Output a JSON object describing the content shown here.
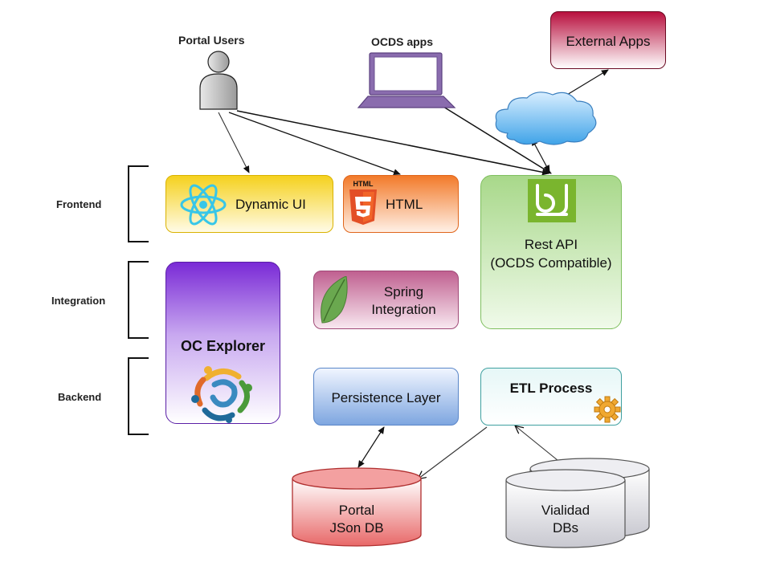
{
  "actors": {
    "portal_users": "Portal Users",
    "ocds_apps": "OCDS apps",
    "external_apps": "External Apps"
  },
  "layers": {
    "frontend": "Frontend",
    "integration": "Integration",
    "backend": "Backend"
  },
  "components": {
    "dynamic_ui": "Dynamic UI",
    "html": "HTML",
    "html_badge": "HTML",
    "rest_api_line1": "Rest API",
    "rest_api_line2": "(OCDS Compatible)",
    "spring_line1": "Spring",
    "spring_line2": "Integration",
    "oc_explorer": "OC Explorer",
    "persistence_layer": "Persistence Layer",
    "etl_process": "ETL Process"
  },
  "databases": {
    "portal_db_line1": "Portal",
    "portal_db_line2": "JSon DB",
    "vialidad_line1": "Vialidad",
    "vialidad_line2": "DBs"
  },
  "icons": [
    "user-icon",
    "laptop-icon",
    "cloud-icon",
    "react-icon",
    "html5-icon",
    "rest-api-icon",
    "spring-leaf-icon",
    "oc-explorer-logo-icon",
    "gear-icon"
  ],
  "colors": {
    "external_apps": "#b0103a",
    "frontend_yellow": "#f5d11e",
    "html_orange": "#f27a2a",
    "rest_api_green": "#a8d88a",
    "spring_pink": "#c06090",
    "oc_explorer_purple": "#7a2ad6",
    "persistence_blue": "#7ea6e0",
    "portal_db_red": "#e86868",
    "vialidad_gray": "#c8c8d0"
  }
}
